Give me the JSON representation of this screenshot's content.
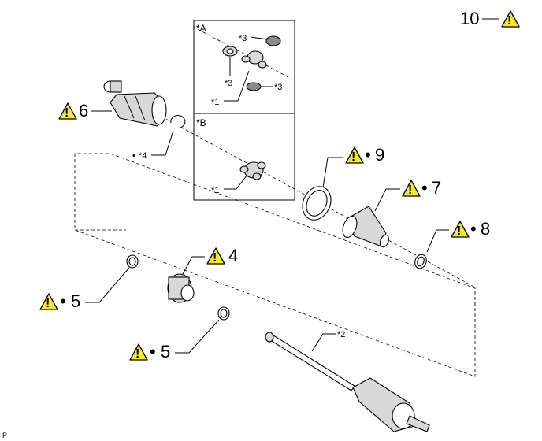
{
  "labels": {
    "part_6": "6",
    "part_4": "4",
    "part_5_upper": "5",
    "part_5_lower": "5",
    "part_7": "7",
    "part_8": "8",
    "part_9": "9",
    "part_10": "10",
    "note_4": "*4",
    "note_2": "*2",
    "inset_a_title": "*A",
    "inset_b_title": "*B",
    "inset_a_note1": "*1",
    "inset_a_note3_top": "*3",
    "inset_a_note3_left": "*3",
    "inset_a_note3_right": "*3",
    "inset_b_note1": "*1",
    "bullet": "•",
    "warning_mark": "!",
    "corner_code": "P"
  },
  "icons": [
    "caution-triangle-icon"
  ],
  "colors": {
    "warning_fill": "#f4e82c",
    "line": "#000000",
    "part_shade": "#d8d8d8"
  }
}
